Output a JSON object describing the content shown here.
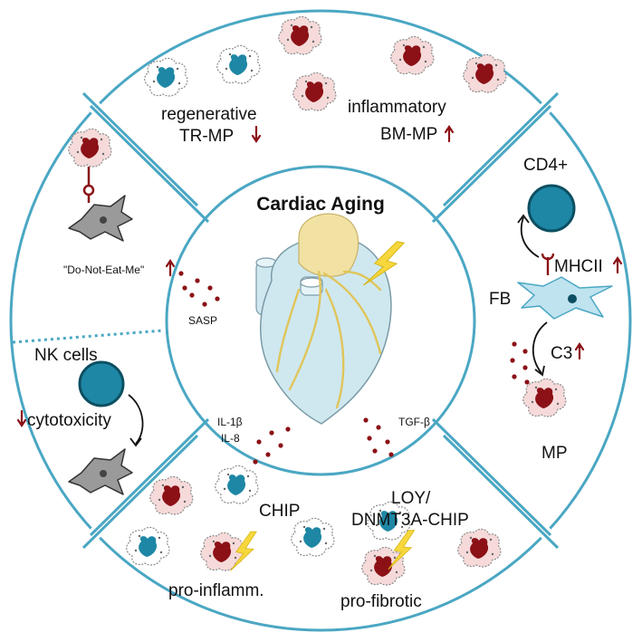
{
  "title": "Cardiac Aging",
  "colors": {
    "ring": "#4aa7c3",
    "dark_red": "#8b1116",
    "teal": "#1e87a5",
    "pale_pink": "#f6dada",
    "fibroblast_blue": "#bfe3ef",
    "gray_cell": "#9a9a9a",
    "lightning": "#f6d73c",
    "heart_blue": "#cfe8f0",
    "vessel_yellow": "#f1e2a3"
  },
  "center": {
    "sasp": "SASP",
    "il1b": "IL-1β",
    "il8": "IL-8",
    "tgfb": "TGF-β"
  },
  "top_segment": {
    "regenerative": "regenerative",
    "tr_mp": "TR-MP",
    "inflammatory": "inflammatory",
    "bm_mp": "BM-MP"
  },
  "left_segment": {
    "do_not_eat_me": "\"Do-Not-Eat-Me\"",
    "nk_cells": "NK cells",
    "cytotoxicity": "cytotoxicity"
  },
  "right_segment": {
    "cd4": "CD4+",
    "mhcii": "MHCII",
    "fb": "FB",
    "c3": "C3",
    "mp": "MP"
  },
  "bottom_segment": {
    "chip": "CHIP",
    "loy": "LOY/",
    "dnmt3a_chip": "DNMT3A-CHIP",
    "pro_inflamm": "pro-inflamm.",
    "pro_fibrotic": "pro-fibrotic"
  },
  "icons": [
    "lightning-icon",
    "macrophage-icon",
    "heart-illustration",
    "fibroblast-icon",
    "nk-cell-icon",
    "cd4-cell-icon",
    "up-arrow-icon",
    "down-arrow-icon"
  ]
}
